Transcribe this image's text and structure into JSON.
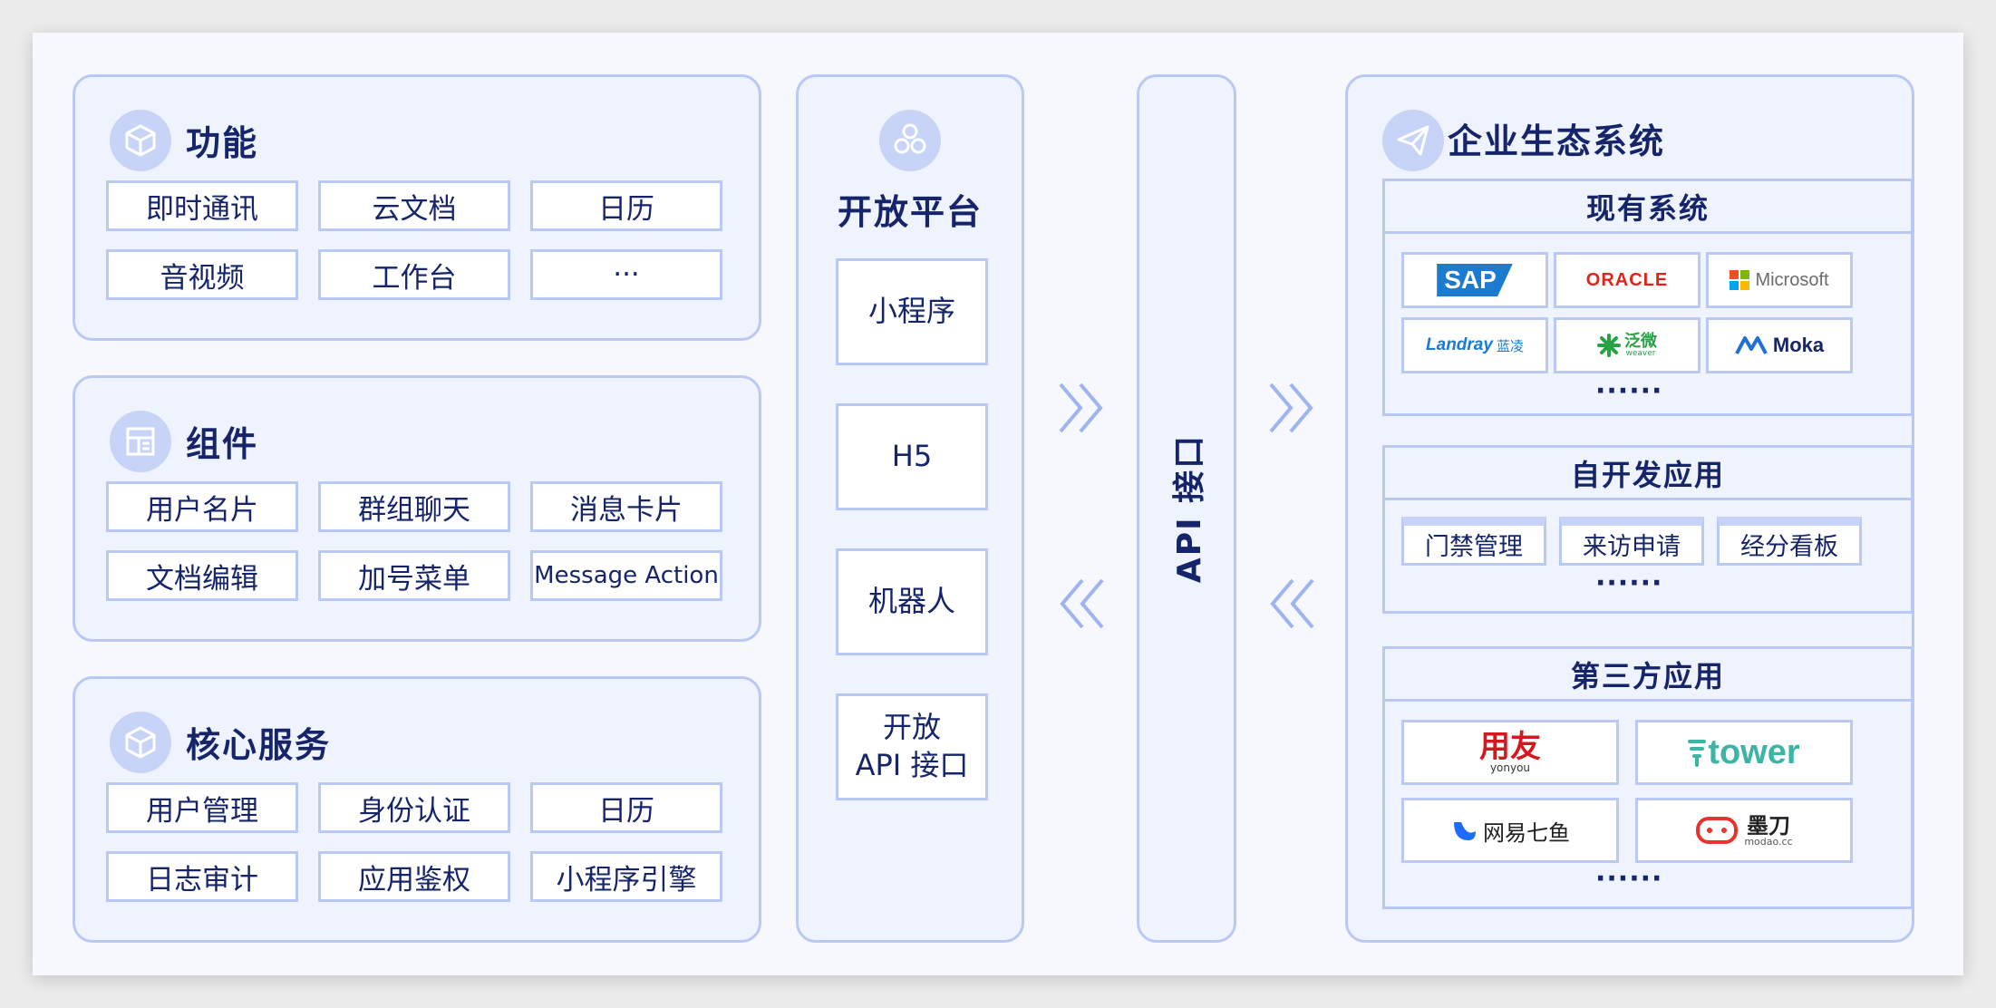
{
  "functions": {
    "title": "功能",
    "items": [
      "即时通讯",
      "云文档",
      "日历",
      "音视频",
      "工作台",
      "···"
    ]
  },
  "components": {
    "title": "组件",
    "items": [
      "用户名片",
      "群组聊天",
      "消息卡片",
      "文档编辑",
      "加号菜单",
      "Message Action"
    ]
  },
  "core_services": {
    "title": "核心服务",
    "items": [
      "用户管理",
      "身份认证",
      "日历",
      "日志审计",
      "应用鉴权",
      "小程序引擎"
    ]
  },
  "open_platform": {
    "title": "开放平台",
    "items": [
      "小程序",
      "H5",
      "机器人",
      "开放",
      "API 接口"
    ]
  },
  "api": {
    "label": "API 接口"
  },
  "ecosystem": {
    "title": "企业生态系统",
    "existing": {
      "title": "现有系统",
      "logos": [
        "SAP",
        "ORACLE",
        "Microsoft",
        "Landray",
        "蓝凌",
        "泛微",
        "weaver",
        "Moka"
      ],
      "more": "······"
    },
    "self_dev": {
      "title": "自开发应用",
      "items": [
        "门禁管理",
        "来访申请",
        "经分看板"
      ],
      "more": "······"
    },
    "third_party": {
      "title": "第三方应用",
      "logos": [
        "用友",
        "yonyou",
        "tower",
        "网易七鱼",
        "墨刀",
        "modao.cc"
      ],
      "more": "······"
    }
  },
  "colors": {
    "border": "#b9c9f4",
    "panel_bg": "#eef3fe",
    "text": "#16246a",
    "chevron": "#9eb4f0",
    "sap_blue": "#1a7bd1",
    "oracle_red": "#e2231a",
    "yonyou_red": "#d7171f",
    "tower_teal": "#3db5a6",
    "qiyu_blue": "#1d6cff"
  }
}
